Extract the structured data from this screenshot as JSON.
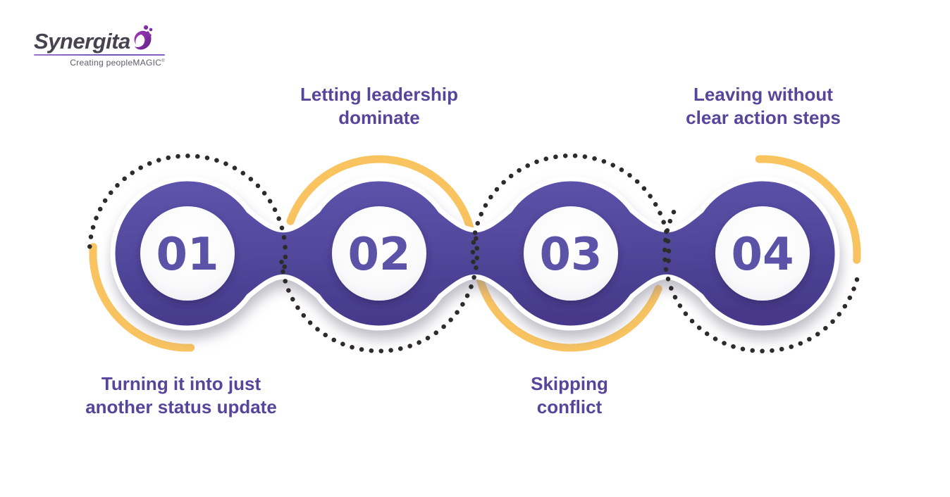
{
  "brand": {
    "name": "Synergita",
    "tagline": "Creating peopleMAGIC",
    "registered": "®"
  },
  "steps": [
    {
      "number": "01",
      "label": "Turning it into just another status update",
      "lines": [
        "Turning it into just",
        "another status update"
      ],
      "label_position": "below"
    },
    {
      "number": "02",
      "label": "Letting leadership dominate",
      "lines": [
        "Letting leadership",
        "dominate"
      ],
      "label_position": "above"
    },
    {
      "number": "03",
      "label": "Skipping conflict",
      "lines": [
        "Skipping",
        "conflict"
      ],
      "label_position": "below"
    },
    {
      "number": "04",
      "label": "Leaving without clear action steps",
      "lines": [
        "Leaving without",
        "clear action steps"
      ],
      "label_position": "above"
    }
  ],
  "colors": {
    "chain_purple_light": "#5E53AA",
    "chain_purple_dark": "#46398A",
    "accent_yellow": "#F9C35F",
    "dot_color": "#2E2B2B",
    "label_purple": "#55469C",
    "number_purple": "#5C52A8",
    "logo_text": "#46424F",
    "tagline_gray": "#5E5B68"
  }
}
